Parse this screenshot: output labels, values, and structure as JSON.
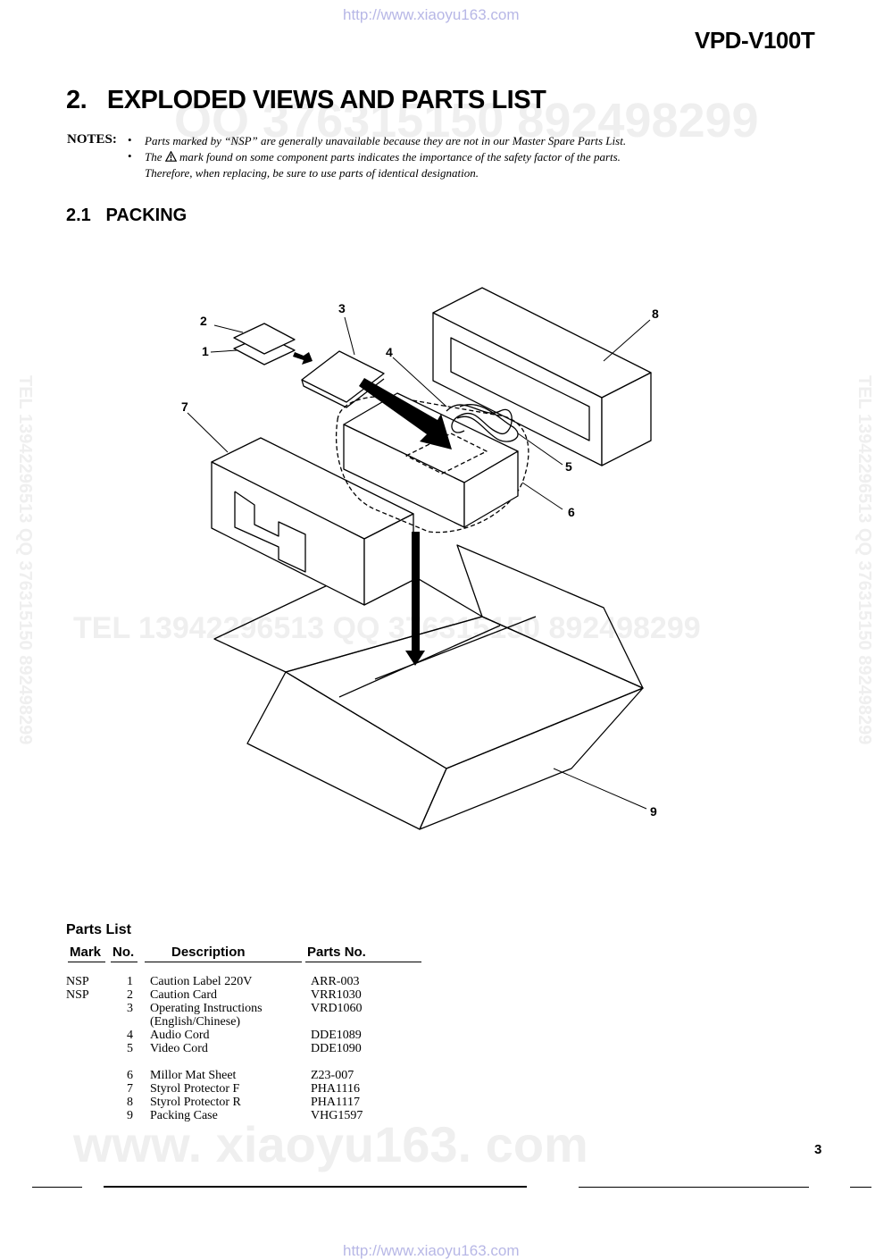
{
  "header": {
    "url_top": "http://www.xiaoyu163.com",
    "model": "VPD-V100T",
    "url_bottom": "http://www.xiaoyu163.com"
  },
  "title": "2.   EXPLODED VIEWS AND PARTS LIST",
  "notes": {
    "label": "NOTES:",
    "bullet": "•",
    "line1": "Parts marked by “NSP” are generally unavailable because they are not in our Master Spare Parts List.",
    "line2_pre": "The",
    "line2_post": "mark found on some component parts indicates the importance of the safety factor of the parts.",
    "line3": "Therefore, when replacing, be sure to use parts of identical designation."
  },
  "section": "2.1   PACKING",
  "watermarks": {
    "top": "QQ 376315150  892498299",
    "middle": "TEL 13942296513  QQ 376315150  892498299",
    "bottom": "www. xiaoyu163. com",
    "left": "TEL 13942296513  QQ 376315150  892498299",
    "right": "TEL 13942296513  QQ 376315150  892498299"
  },
  "callouts": {
    "n1": "1",
    "n2": "2",
    "n3": "3",
    "n4": "4",
    "n5": "5",
    "n6": "6",
    "n7": "7",
    "n8": "8",
    "n9": "9"
  },
  "parts_list": {
    "title": "Parts List",
    "headers": {
      "mark": "Mark",
      "no": "No.",
      "description": "Description",
      "parts_no": "Parts No."
    },
    "rows": [
      {
        "mark": "NSP",
        "no": "1",
        "description": "Caution Label 220V",
        "parts_no": "ARR-003"
      },
      {
        "mark": "NSP",
        "no": "2",
        "description": "Caution Card",
        "parts_no": "VRR1030"
      },
      {
        "mark": "",
        "no": "3",
        "description": "Operating Instructions",
        "description2": "(English/Chinese)",
        "parts_no": "VRD1060"
      },
      {
        "mark": "",
        "no": "4",
        "description": "Audio Cord",
        "parts_no": "DDE1089"
      },
      {
        "mark": "",
        "no": "5",
        "description": "Video Cord",
        "parts_no": "DDE1090"
      },
      {
        "mark": "",
        "no": "6",
        "description": "Millor Mat Sheet",
        "parts_no": "Z23-007"
      },
      {
        "mark": "",
        "no": "7",
        "description": "Styrol Protector F",
        "parts_no": "PHA1116"
      },
      {
        "mark": "",
        "no": "8",
        "description": "Styrol Protector R",
        "parts_no": "PHA1117"
      },
      {
        "mark": "",
        "no": "9",
        "description": "Packing Case",
        "parts_no": "VHG1597"
      }
    ]
  },
  "page_number": "3"
}
